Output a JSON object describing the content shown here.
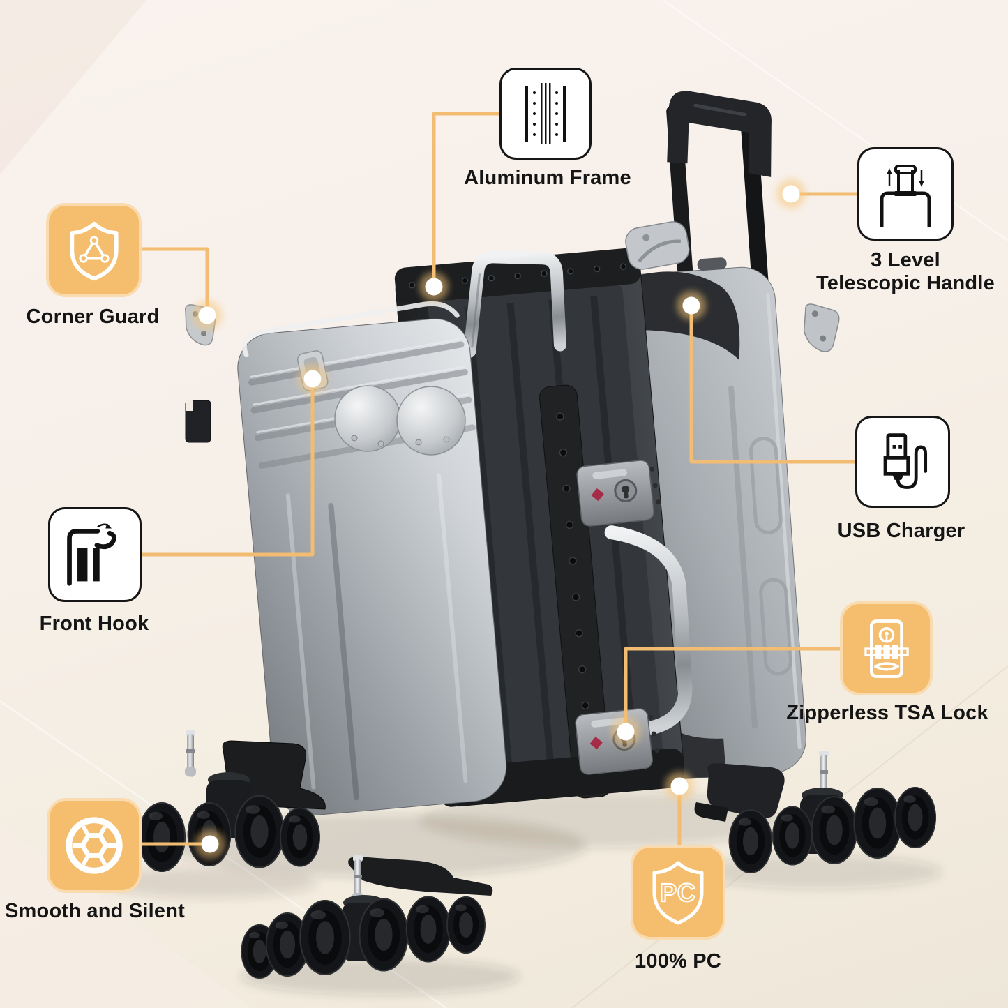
{
  "colors": {
    "accent_orange": "#F5BE6E",
    "leader_line": "#F2BC72",
    "text": "#151515",
    "background_top": "#F9F2EE",
    "background_bottom": "#EEE7D9"
  },
  "callouts": {
    "aluminum_frame": {
      "label": "Aluminum Frame"
    },
    "telescopic_handle": {
      "label_line1": "3 Level",
      "label_line2": "Telescopic Handle"
    },
    "corner_guard": {
      "label": "Corner Guard"
    },
    "front_hook": {
      "label": "Front Hook"
    },
    "usb_charger": {
      "label": "USB Charger"
    },
    "tsa_lock": {
      "label": "Zipperless TSA Lock"
    },
    "wheels": {
      "label": "Smooth and Silent"
    },
    "pc_material": {
      "label": "100% PC",
      "shield_text": "PC"
    }
  }
}
